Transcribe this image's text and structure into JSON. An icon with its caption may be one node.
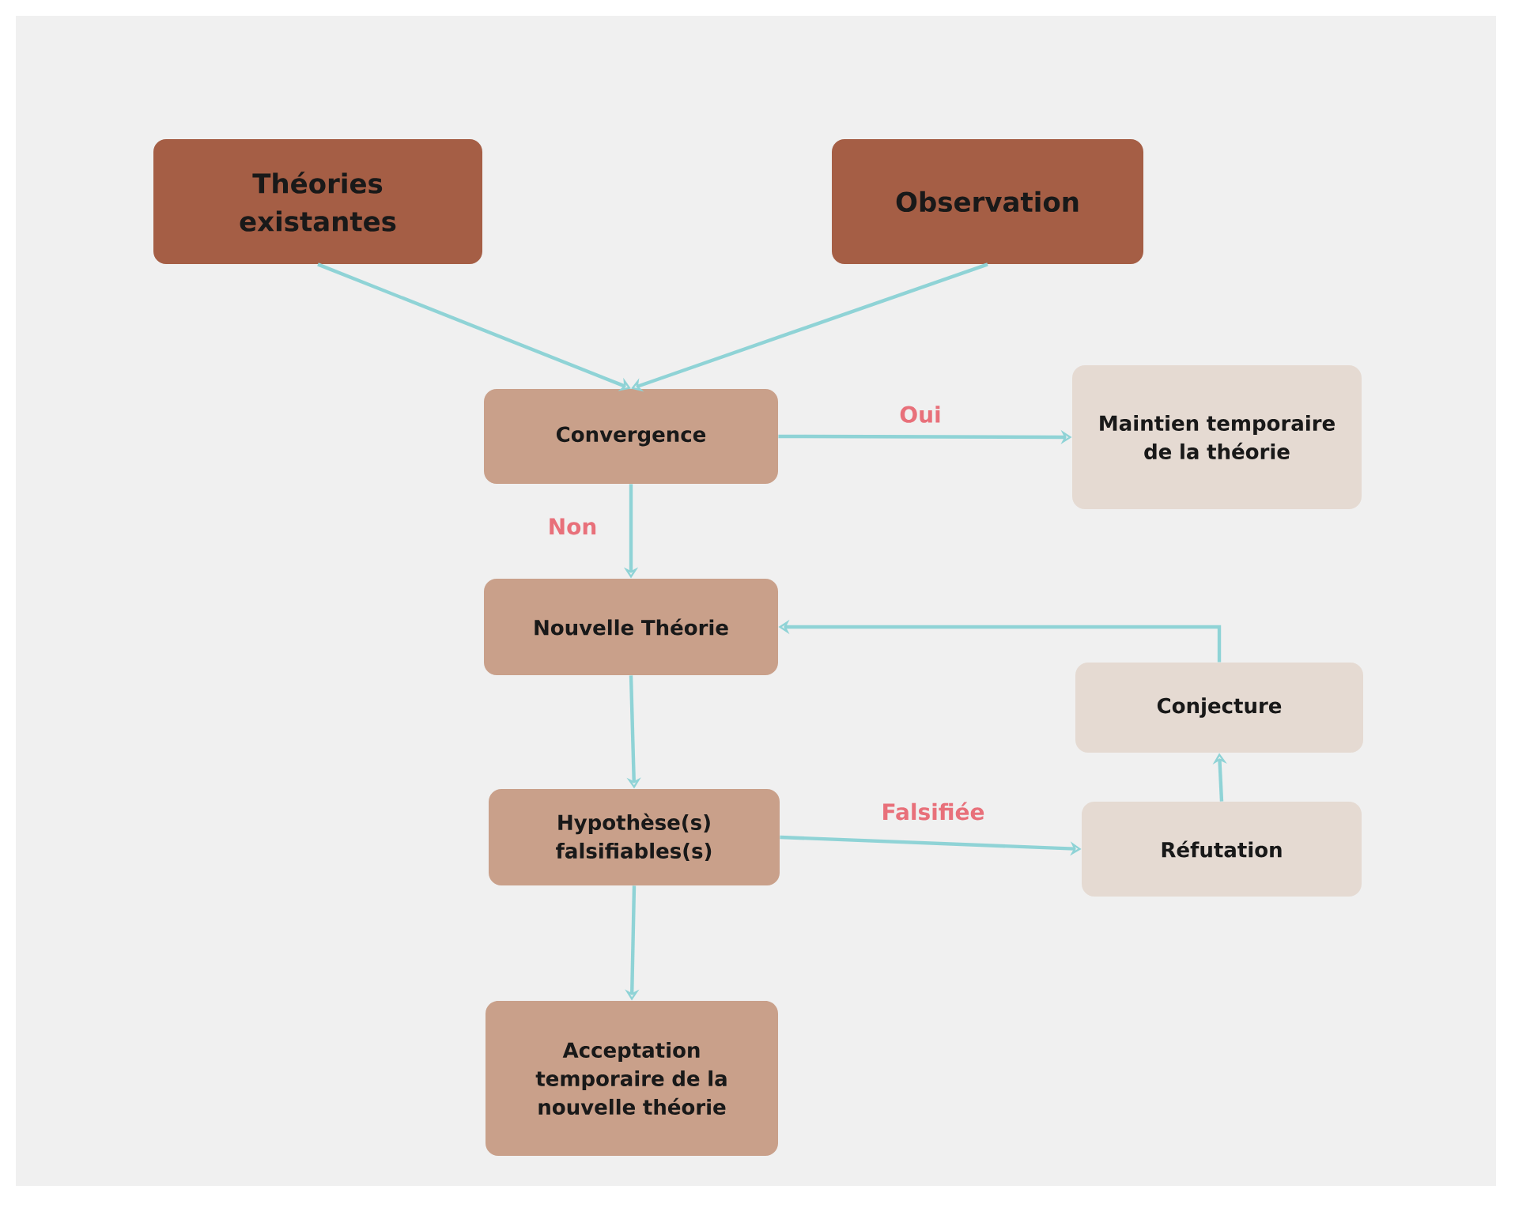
{
  "diagram": {
    "nodes": [
      {
        "text": [
          "Théories existantes"
        ]
      },
      {
        "text": [
          "Observation"
        ]
      },
      {
        "text": [
          "Convergence"
        ]
      },
      {
        "text": [
          "Maintien temporaire de la théorie"
        ]
      },
      {
        "text": [
          "Nouvelle Théorie"
        ]
      },
      {
        "text": [
          "Conjecture"
        ]
      },
      {
        "text": [
          "Hypothèse(s) falsifiables(s)"
        ]
      },
      {
        "text": [
          "Réfutation"
        ]
      },
      {
        "text": [
          "Acceptation temporaire de la nouvelle théorie"
        ]
      }
    ],
    "edges": [
      {
        "from": 0,
        "to": 2,
        "arrow": "to"
      },
      {
        "from": 1,
        "to": 2,
        "arrow": "to"
      },
      {
        "from": 2,
        "to": 3,
        "arrow": "to",
        "label": "Oui"
      },
      {
        "from": 2,
        "to": 4,
        "arrow": "to",
        "label": "Non"
      },
      {
        "from": 4,
        "to": 6,
        "arrow": "to"
      },
      {
        "from": 6,
        "to": 7,
        "arrow": "to",
        "label": "Falsifiée"
      },
      {
        "from": 7,
        "to": 5,
        "arrow": "to"
      },
      {
        "from": 5,
        "to": 4,
        "arrow": "to"
      },
      {
        "from": 6,
        "to": 8,
        "arrow": "to"
      }
    ]
  }
}
